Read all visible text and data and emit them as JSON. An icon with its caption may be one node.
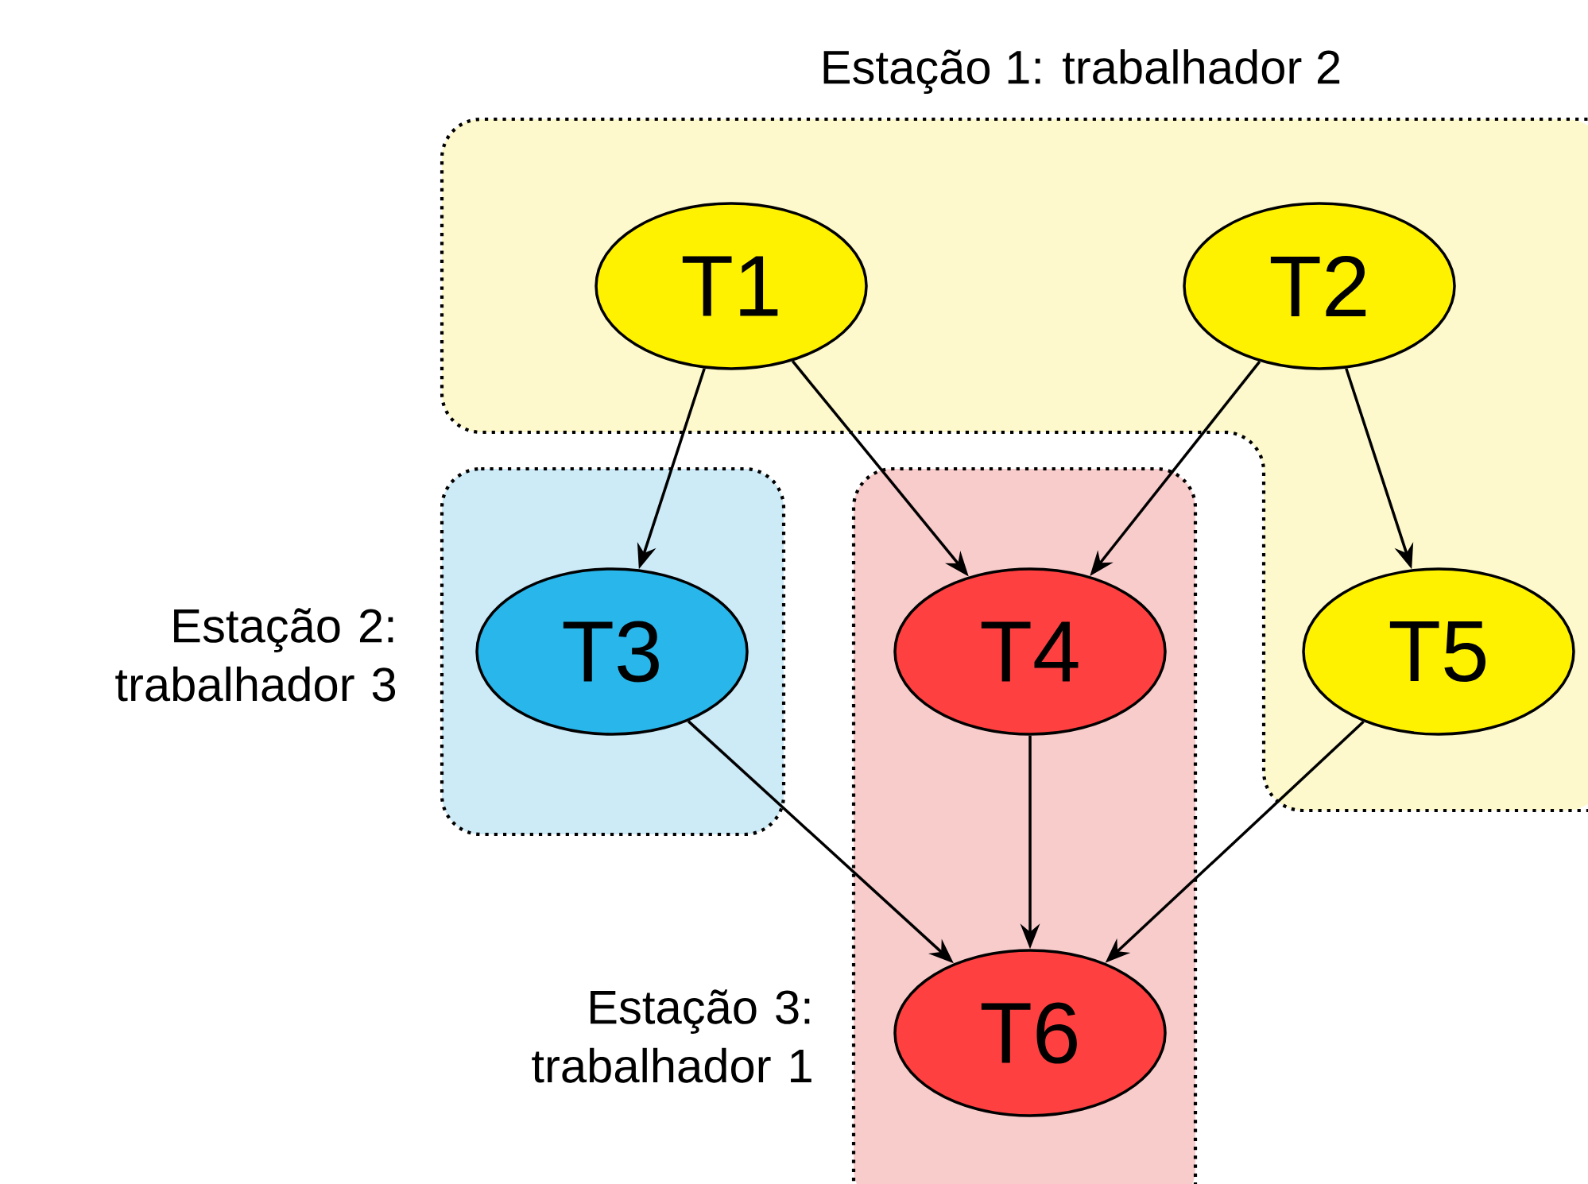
{
  "diagram": {
    "nodes": [
      {
        "text": [
          "Estação 1: trabalhador 2"
        ]
      },
      {
        "text": [
          "T1"
        ],
        "in": 0
      },
      {
        "text": [
          "T2"
        ],
        "in": 0
      },
      {
        "text": [
          "Estação 2: trabalhador 3"
        ]
      },
      {
        "text": [
          "T3"
        ],
        "in": 3
      },
      {
        "text": [
          "Estação 3: trabalhador 1"
        ]
      },
      {
        "text": [
          "T4"
        ],
        "in": 5
      },
      {
        "text": [
          "T5"
        ],
        "in": 0
      },
      {
        "text": [
          "T6"
        ],
        "in": 5
      }
    ],
    "edges": [
      {
        "from": 1,
        "to": 4,
        "arrow": "to"
      },
      {
        "from": 1,
        "to": 6,
        "arrow": "to"
      },
      {
        "from": 2,
        "to": 6,
        "arrow": "to"
      },
      {
        "from": 2,
        "to": 7,
        "arrow": "to"
      },
      {
        "from": 4,
        "to": 8,
        "arrow": "to"
      },
      {
        "from": 6,
        "to": 8,
        "arrow": "to"
      },
      {
        "from": 7,
        "to": 8,
        "arrow": "to"
      }
    ]
  }
}
